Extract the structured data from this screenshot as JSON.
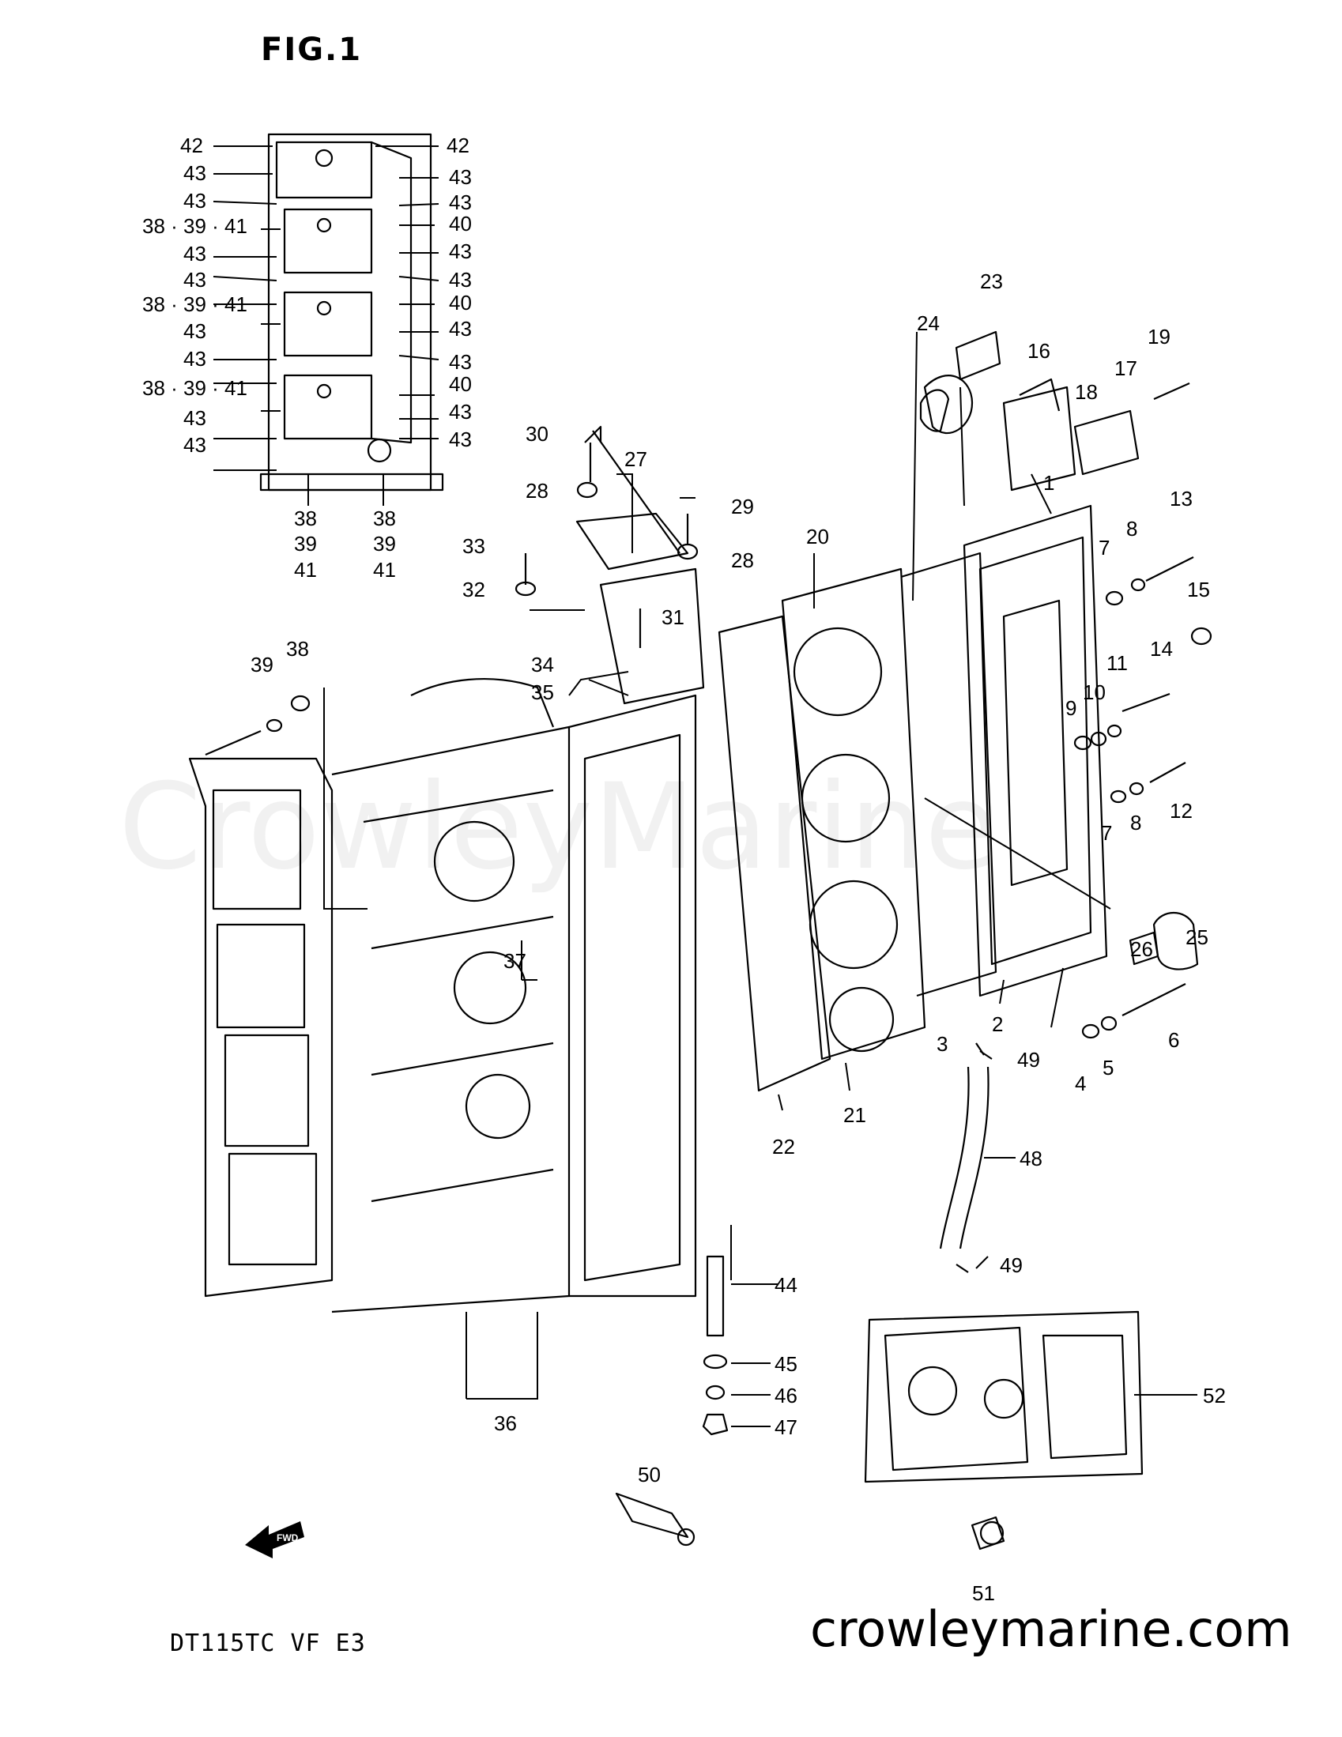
{
  "figure_title": "FIG.1",
  "model_code": "DT115TC VF E3",
  "website": "crowleymarine.com",
  "watermark": "CrowleyMarine",
  "callouts": [
    {
      "id": "c-1",
      "text": "1"
    },
    {
      "id": "c-2",
      "text": "2"
    },
    {
      "id": "c-3",
      "text": "3"
    },
    {
      "id": "c-4",
      "text": "4"
    },
    {
      "id": "c-5",
      "text": "5"
    },
    {
      "id": "c-6",
      "text": "6"
    },
    {
      "id": "c-7a",
      "text": "7"
    },
    {
      "id": "c-7b",
      "text": "7"
    },
    {
      "id": "c-8a",
      "text": "8"
    },
    {
      "id": "c-8b",
      "text": "8"
    },
    {
      "id": "c-9",
      "text": "9"
    },
    {
      "id": "c-10",
      "text": "10"
    },
    {
      "id": "c-11",
      "text": "11"
    },
    {
      "id": "c-12",
      "text": "12"
    },
    {
      "id": "c-13",
      "text": "13"
    },
    {
      "id": "c-14",
      "text": "14"
    },
    {
      "id": "c-15",
      "text": "15"
    },
    {
      "id": "c-16",
      "text": "16"
    },
    {
      "id": "c-17",
      "text": "17"
    },
    {
      "id": "c-18",
      "text": "18"
    },
    {
      "id": "c-19",
      "text": "19"
    },
    {
      "id": "c-20",
      "text": "20"
    },
    {
      "id": "c-21",
      "text": "21"
    },
    {
      "id": "c-22",
      "text": "22"
    },
    {
      "id": "c-23",
      "text": "23"
    },
    {
      "id": "c-24",
      "text": "24"
    },
    {
      "id": "c-25",
      "text": "25"
    },
    {
      "id": "c-26",
      "text": "26"
    },
    {
      "id": "c-27",
      "text": "27"
    },
    {
      "id": "c-28a",
      "text": "28"
    },
    {
      "id": "c-28b",
      "text": "28"
    },
    {
      "id": "c-29",
      "text": "29"
    },
    {
      "id": "c-30",
      "text": "30"
    },
    {
      "id": "c-31",
      "text": "31"
    },
    {
      "id": "c-32",
      "text": "32"
    },
    {
      "id": "c-33",
      "text": "33"
    },
    {
      "id": "c-34",
      "text": "34"
    },
    {
      "id": "c-35",
      "text": "35"
    },
    {
      "id": "c-36",
      "text": "36"
    },
    {
      "id": "c-37",
      "text": "37"
    },
    {
      "id": "c-38",
      "text": "38"
    },
    {
      "id": "c-39",
      "text": "39"
    },
    {
      "id": "c-44",
      "text": "44"
    },
    {
      "id": "c-45",
      "text": "45"
    },
    {
      "id": "c-46",
      "text": "46"
    },
    {
      "id": "c-47",
      "text": "47"
    },
    {
      "id": "c-48",
      "text": "48"
    },
    {
      "id": "c-49a",
      "text": "49"
    },
    {
      "id": "c-49b",
      "text": "49"
    },
    {
      "id": "c-50",
      "text": "50"
    },
    {
      "id": "c-51",
      "text": "51"
    },
    {
      "id": "c-52",
      "text": "52"
    }
  ],
  "inset_callouts": [
    {
      "id": "i-42L",
      "text": "42"
    },
    {
      "id": "i-42R",
      "text": "42"
    },
    {
      "id": "i-43L1",
      "text": "43"
    },
    {
      "id": "i-43R1",
      "text": "43"
    },
    {
      "id": "i-43L2",
      "text": "43"
    },
    {
      "id": "i-43R2",
      "text": "43"
    },
    {
      "id": "i-38L1",
      "text": "38 · 39 · 41"
    },
    {
      "id": "i-40R1",
      "text": "40"
    },
    {
      "id": "i-43L3",
      "text": "43"
    },
    {
      "id": "i-43R3",
      "text": "43"
    },
    {
      "id": "i-43L4",
      "text": "43"
    },
    {
      "id": "i-43R4",
      "text": "43"
    },
    {
      "id": "i-38L2",
      "text": "38 · 39 · 41"
    },
    {
      "id": "i-40R2",
      "text": "40"
    },
    {
      "id": "i-43L5",
      "text": "43"
    },
    {
      "id": "i-43R5",
      "text": "43"
    },
    {
      "id": "i-43L6",
      "text": "43"
    },
    {
      "id": "i-43R6",
      "text": "43"
    },
    {
      "id": "i-38L3",
      "text": "38 · 39 · 41"
    },
    {
      "id": "i-40R3",
      "text": "40"
    },
    {
      "id": "i-43L7",
      "text": "43"
    },
    {
      "id": "i-43R7",
      "text": "43"
    },
    {
      "id": "i-43L8",
      "text": "43"
    },
    {
      "id": "i-43R8",
      "text": "43"
    },
    {
      "id": "i-b38a",
      "text": "38"
    },
    {
      "id": "i-b39a",
      "text": "39"
    },
    {
      "id": "i-b41a",
      "text": "41"
    },
    {
      "id": "i-b38b",
      "text": "38"
    },
    {
      "id": "i-b39b",
      "text": "39"
    },
    {
      "id": "i-b41b",
      "text": "41"
    }
  ],
  "fwd_arrow_text": "FWD"
}
